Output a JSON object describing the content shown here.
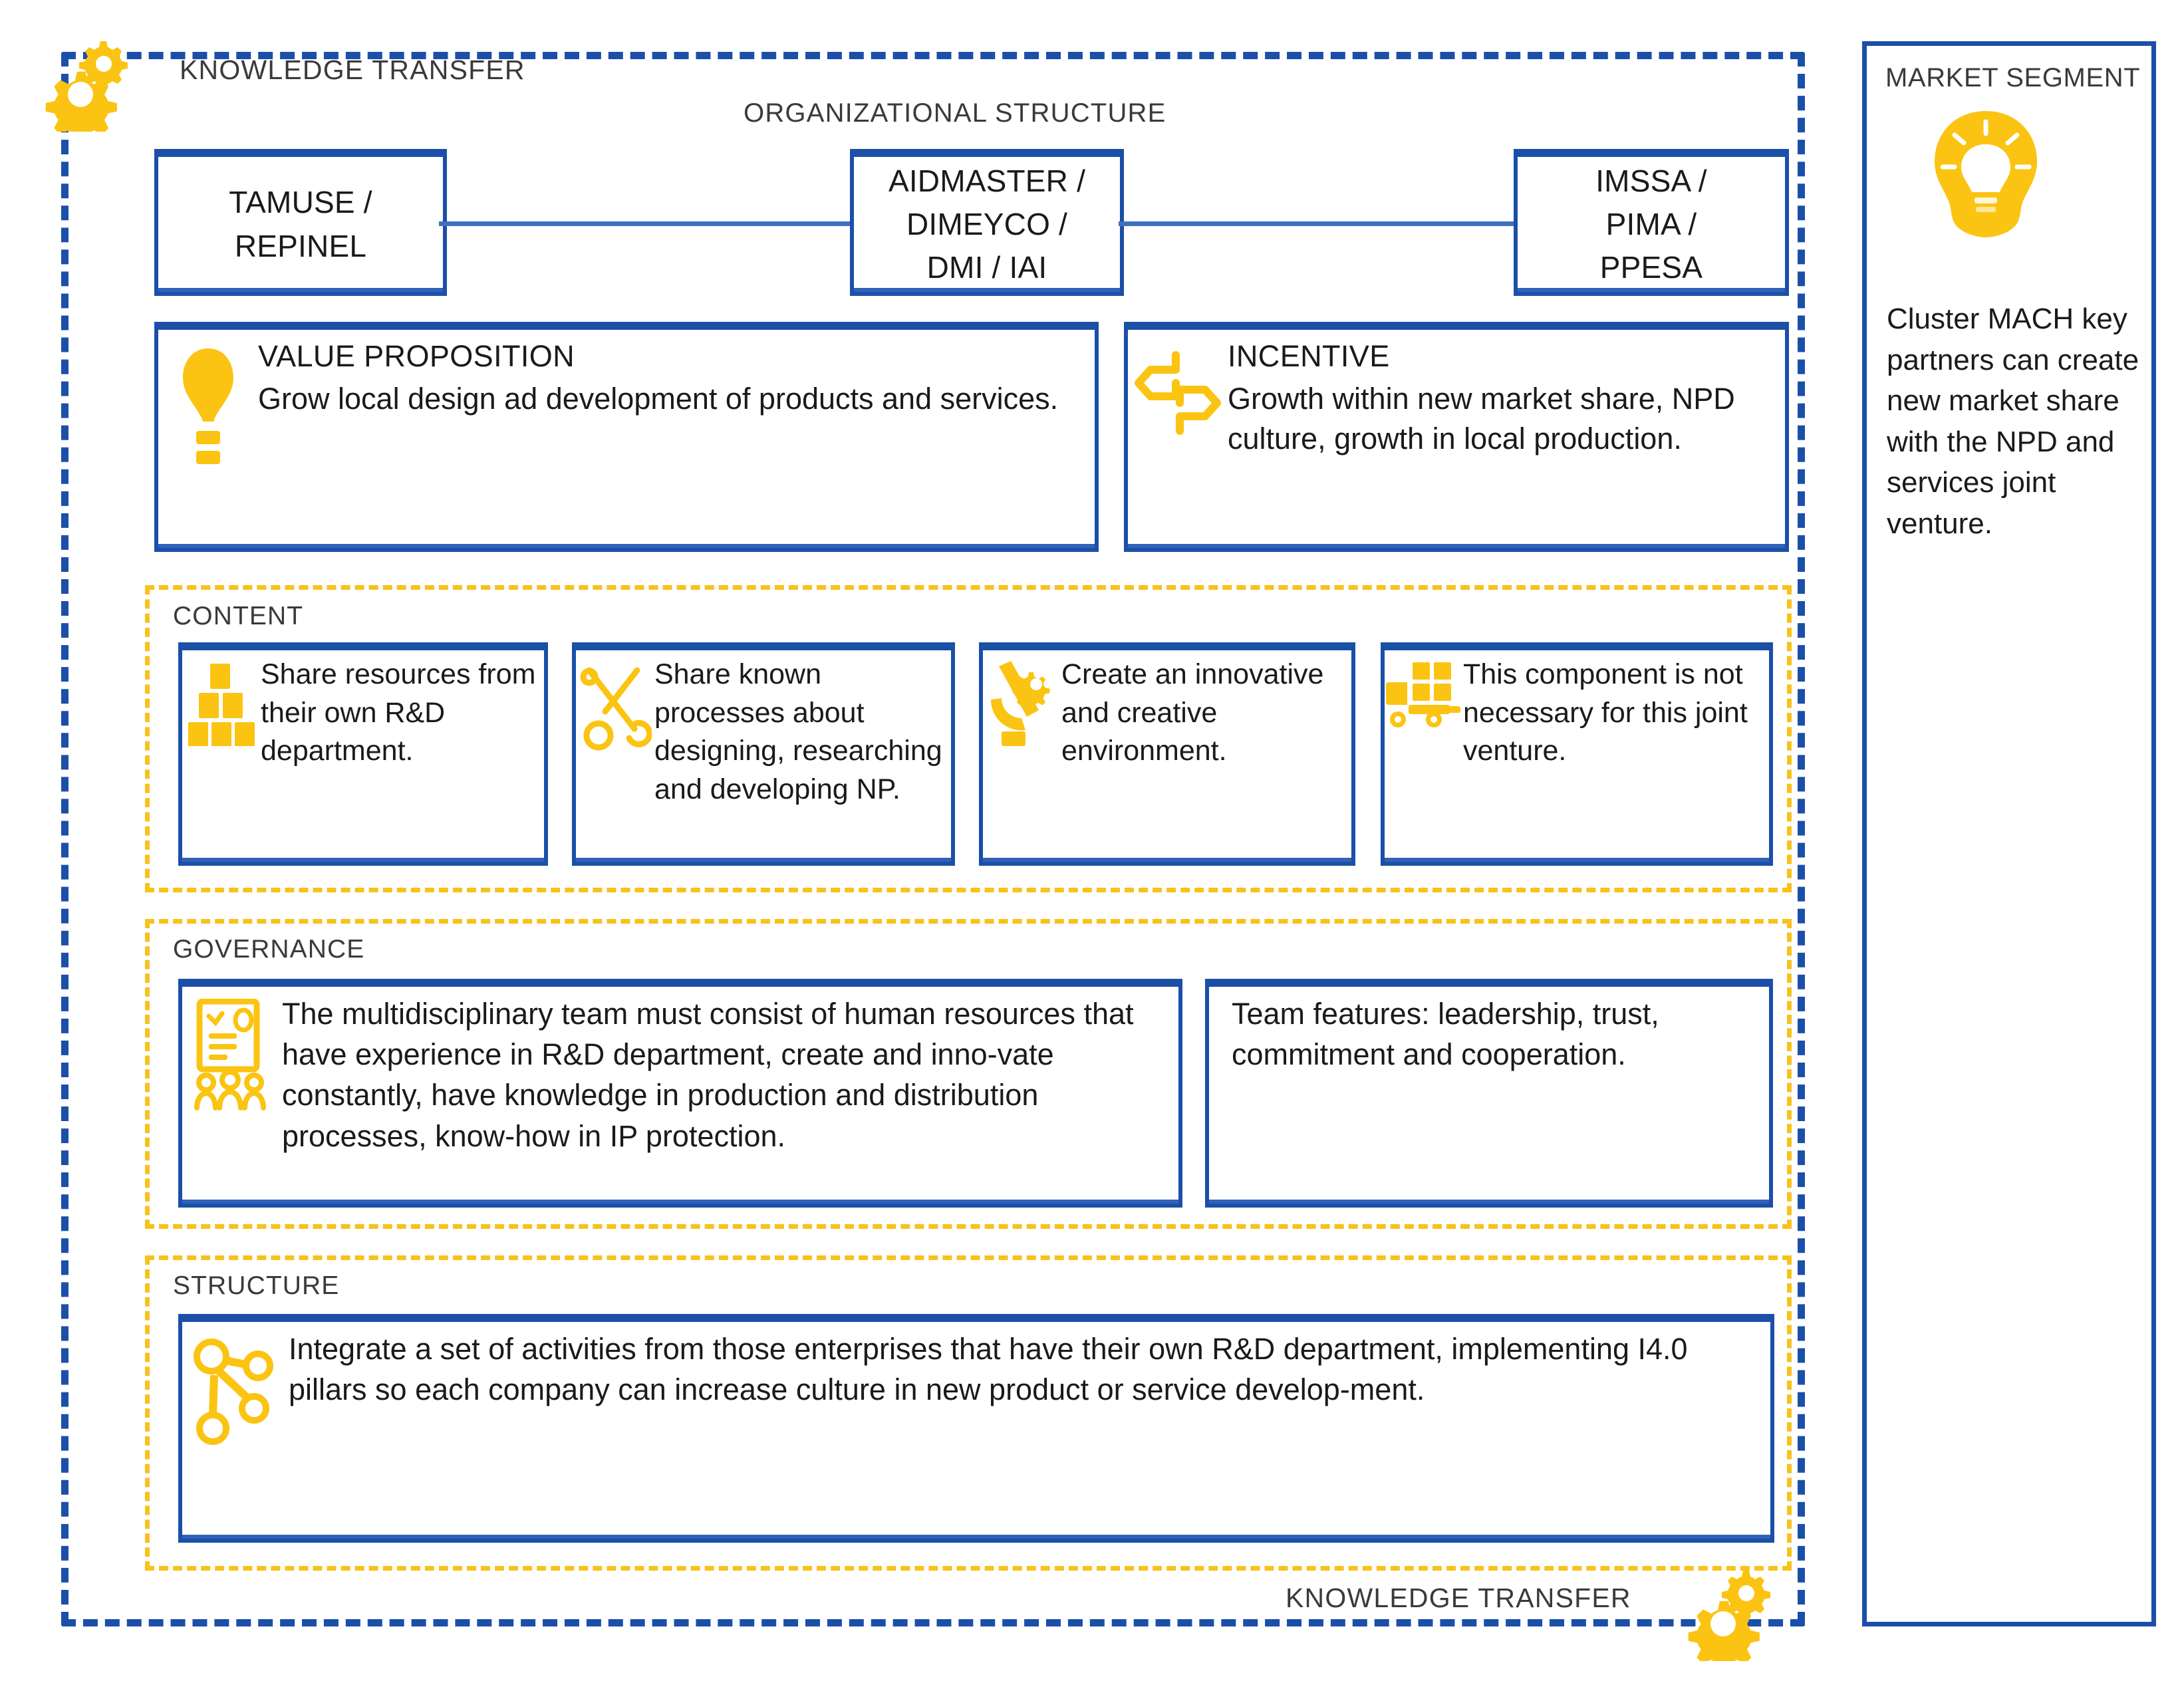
{
  "frame": {
    "knowledge_transfer_top": "KNOWLEDGE TRANSFER",
    "knowledge_transfer_bottom": "KNOWLEDGE TRANSFER",
    "gear_icon": "gears-icon"
  },
  "org": {
    "caption": "ORGANIZATIONAL STRUCTURE",
    "boxes": [
      {
        "text": "TAMUSE /\nREPINEL"
      },
      {
        "text": "AIDMASTER /\nDIMEYCO /\nDMI / IAI"
      },
      {
        "text": "IMSSA /\nPIMA /\nPPESA"
      }
    ]
  },
  "value_proposition": {
    "icon": "lightbulb-exclamation-icon",
    "title": "VALUE PROPOSITION",
    "text": "Grow local design ad development of products and services."
  },
  "incentive": {
    "icon": "exchange-arrows-icon",
    "title": "INCENTIVE",
    "text": "Growth within new market share, NPD culture, growth in local production."
  },
  "content": {
    "label": "CONTENT",
    "items": [
      {
        "icon": "stacked-boxes-icon",
        "text": "Share resources from their own R&D department."
      },
      {
        "icon": "scissors-wrench-icon",
        "text": "Share known processes about designing, researching and developing NP."
      },
      {
        "icon": "microscope-icon",
        "text": "Create an innovative and creative environment."
      },
      {
        "icon": "delivery-truck-icon",
        "text": "This component is not necessary for this joint venture."
      }
    ]
  },
  "governance": {
    "label": "GOVERNANCE",
    "items": [
      {
        "icon": "clipboard-team-icon",
        "text": "The multidisciplinary team must consist of human resources that have experience in R&D department, create and inno-vate constantly, have knowledge in production and distribution processes, know-how in IP protection."
      },
      {
        "icon": "",
        "text": "Team features: leadership, trust, commitment and cooperation."
      }
    ]
  },
  "structure": {
    "label": "STRUCTURE",
    "items": [
      {
        "icon": "network-nodes-icon",
        "text": "Integrate a set of activities from those enterprises that have their own R&D department, implementing I4.0 pillars so each company can increase culture in new product or service develop-ment."
      }
    ]
  },
  "market_segment": {
    "title": "MARKET SEGMENT",
    "icon": "lightbulb-head-icon",
    "text": "Cluster MACH key partners can create new market share with the NPD and services joint venture."
  },
  "colors": {
    "blue": "#1B4FA8",
    "yellow": "#FBC412",
    "yellow_dash": "#F7C21B",
    "text": "#1a1a1a",
    "caption": "#3a3a3a"
  }
}
